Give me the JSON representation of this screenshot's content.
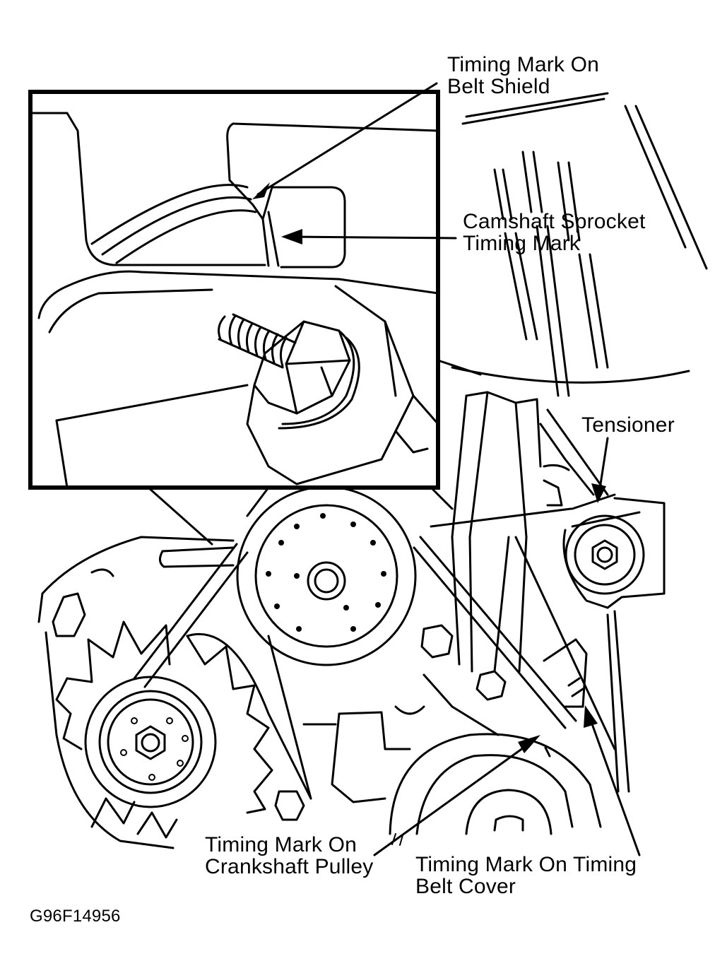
{
  "labels": {
    "belt_shield_mark": "Timing Mark On\nBelt Shield",
    "camshaft_mark": "Camshaft Sprocket\nTiming Mark",
    "tensioner": "Tensioner",
    "crankshaft_mark": "Timing Mark On\nCrankshaft Pulley",
    "belt_cover_mark": "Timing Mark On Timing\nBelt Cover"
  },
  "figure_id": "G96F14956",
  "colors": {
    "ink": "#000000",
    "background": "#ffffff"
  }
}
